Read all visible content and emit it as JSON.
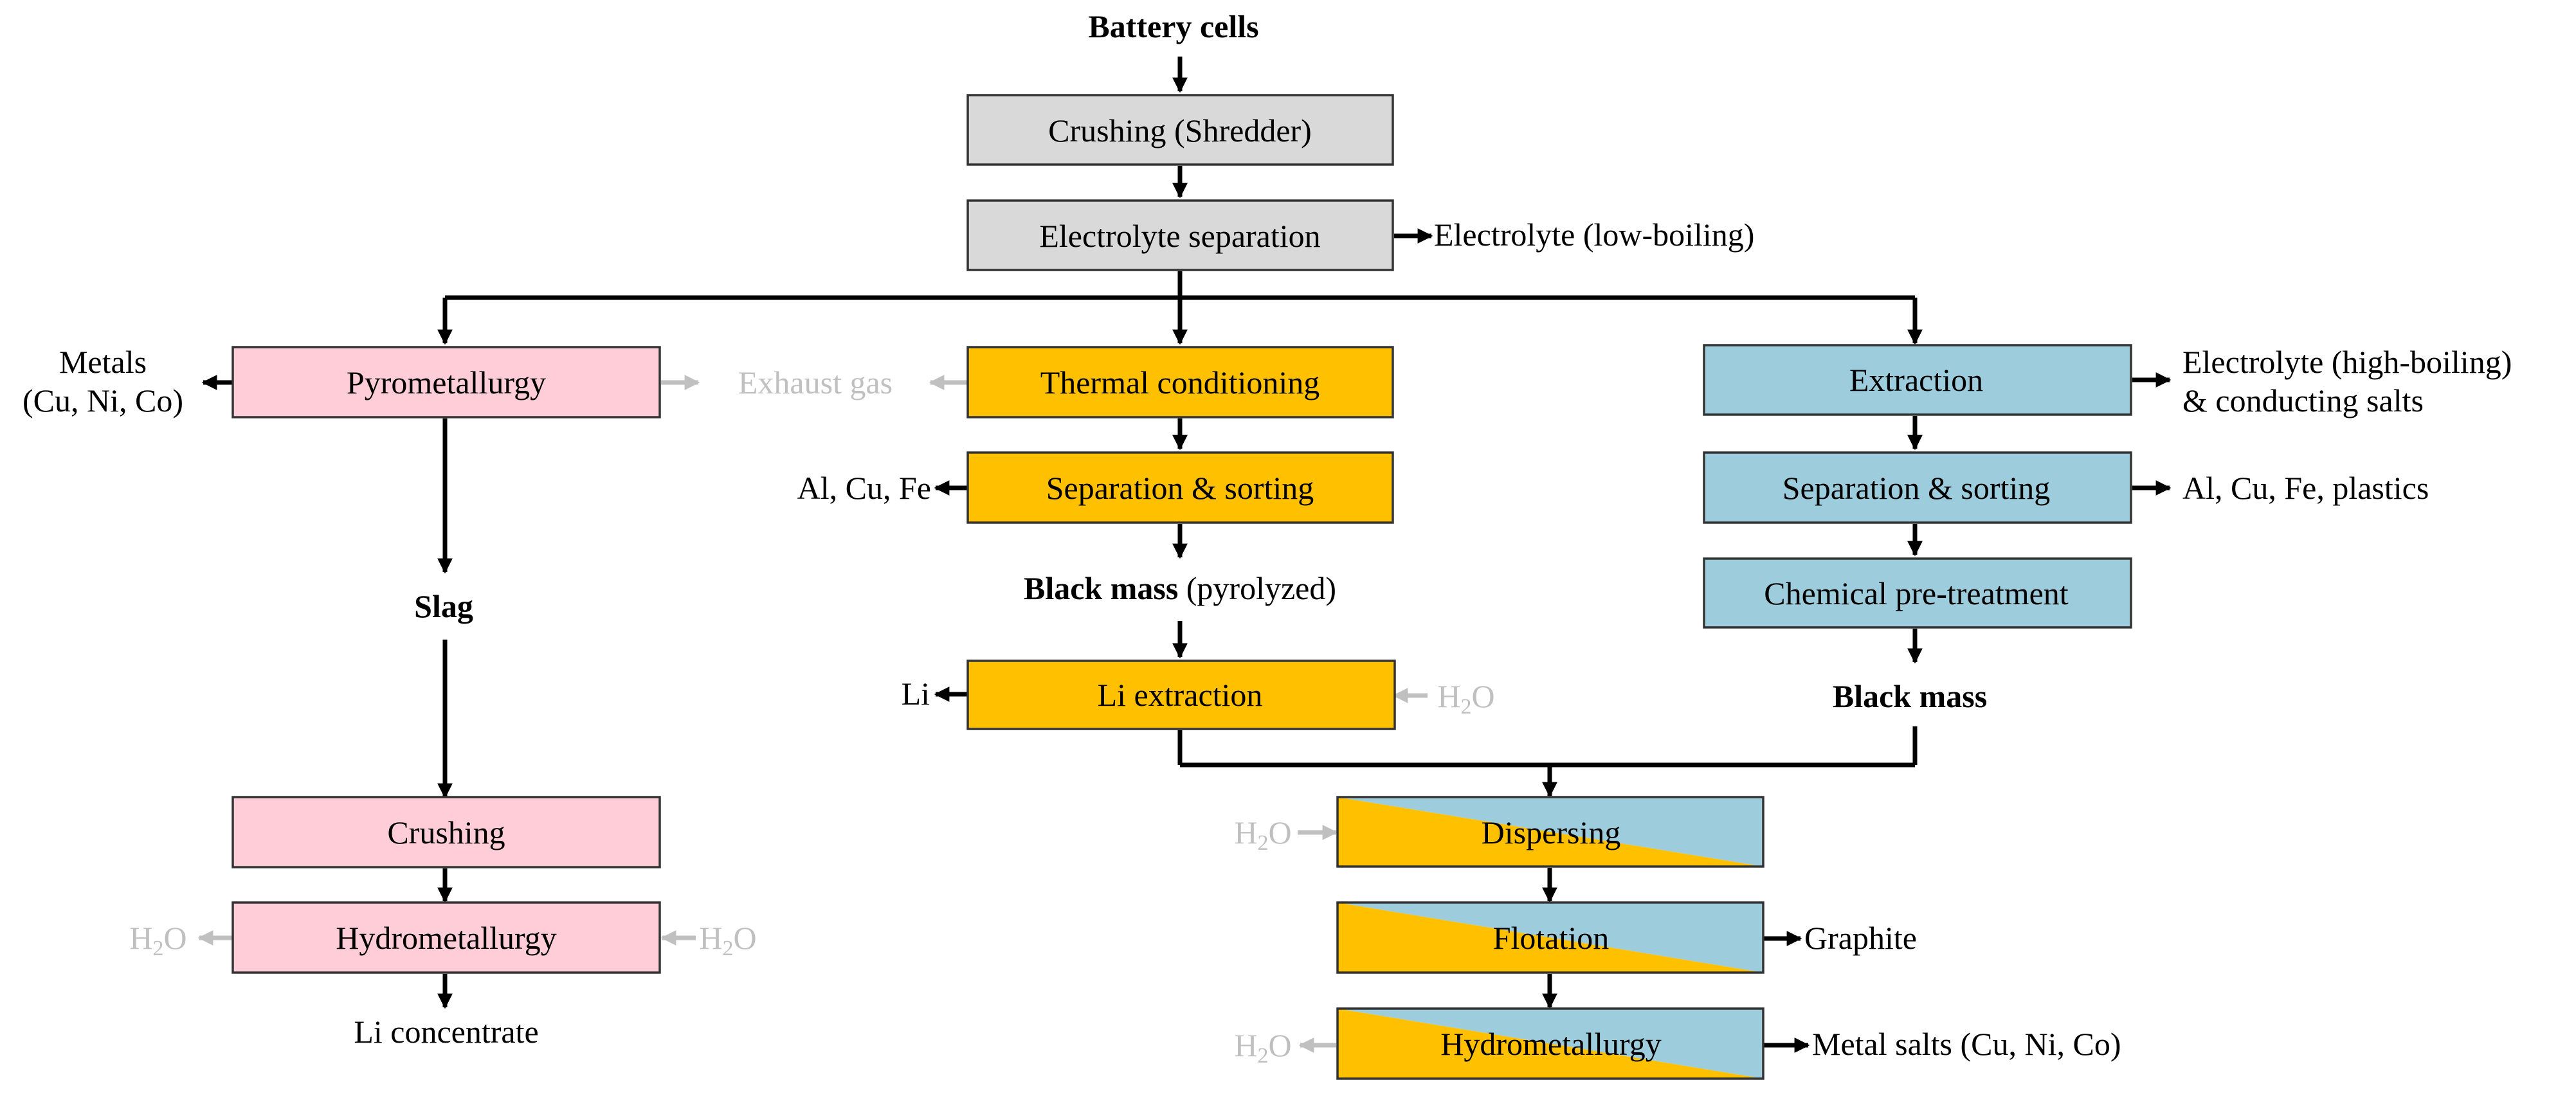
{
  "colors": {
    "grey_box": "#d9d9d9",
    "pink_box": "#ffcdd7",
    "orange_box": "#ffc000",
    "blue_box": "#9dcddd",
    "muted_text": "#c0c0c0"
  },
  "top": {
    "battery_cells": "Battery cells",
    "crushing_shredder": "Crushing (Shredder)",
    "electrolyte_separation": "Electrolyte separation",
    "electrolyte_low_boiling": "Electrolyte (low-boiling)"
  },
  "pyro": {
    "metals_line1": "Metals",
    "metals_line2": "(Cu, Ni, Co)",
    "pyrometallurgy": "Pyrometallurgy",
    "exhaust_gas": "Exhaust gas",
    "slag": "Slag",
    "crushing": "Crushing",
    "hydrometallurgy": "Hydrometallurgy",
    "h2o_left": "H",
    "h2o_left_sub": "2",
    "h2o_left_end": "O",
    "h2o_right": "H",
    "h2o_right_sub": "2",
    "h2o_right_end": "O",
    "li_concentrate": "Li concentrate"
  },
  "thermal": {
    "thermal_conditioning": "Thermal conditioning",
    "separation_sorting": "Separation & sorting",
    "al_cu_fe": "Al, Cu, Fe",
    "black_mass_bold": "Black mass",
    "black_mass_pyrolyzed": " (pyrolyzed)",
    "li_extraction": "Li extraction",
    "li": "Li",
    "h2o": "H",
    "h2o_sub": "2",
    "h2o_end": "O"
  },
  "extraction": {
    "extraction": "Extraction",
    "electrolyte_high_boiling_line1": "Electrolyte (high-boiling)",
    "electrolyte_high_boiling_line2": "& conducting salts",
    "separation_sorting": "Separation & sorting",
    "al_cu_fe_plastics": "Al, Cu, Fe, plastics",
    "chemical_pretreatment": "Chemical pre-treatment",
    "black_mass": "Black mass"
  },
  "joint": {
    "dispersing": "Dispersing",
    "flotation": "Flotation",
    "hydrometallurgy": "Hydrometallurgy",
    "graphite": "Graphite",
    "metal_salts": "Metal salts (Cu, Ni, Co)",
    "h2o_dispersing": "H",
    "h2o_dispersing_sub": "2",
    "h2o_dispersing_end": "O",
    "h2o_hydro": "H",
    "h2o_hydro_sub": "2",
    "h2o_hydro_end": "O"
  }
}
